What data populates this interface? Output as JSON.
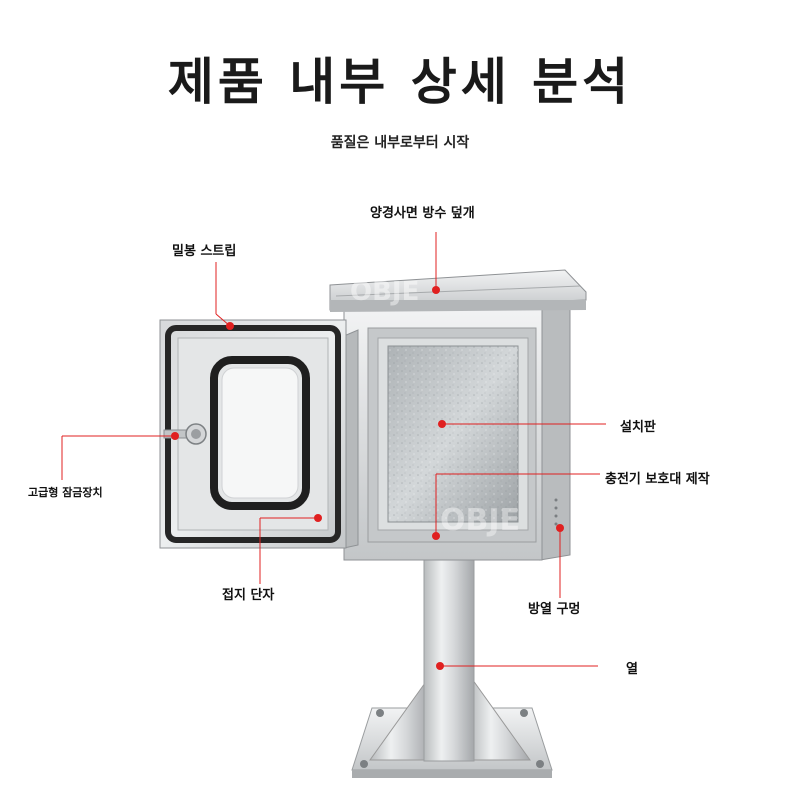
{
  "header": {
    "title": "제품 내부 상세 분석",
    "subtitle": "품질은 내부로부터 시작"
  },
  "watermark": {
    "text_top": "OBJE",
    "text_bottom": "OBJE"
  },
  "callouts": {
    "rain_cover": "양경사면 방수 덮개",
    "seal_strip": "밀봉 스트립",
    "lock": "고급형 잠금장치",
    "mount_plate": "설치판",
    "charger_body": "충전기 보호대 제작",
    "ground_terminal": "접지 단자",
    "vent_hole": "방열 구멍",
    "column": "열"
  },
  "colors": {
    "callout_dot": "#e02020",
    "callout_line": "#e02020",
    "steel_light": "#e8e9ea",
    "steel_mid": "#c9cbcd",
    "steel_dark": "#9a9d9f"
  }
}
